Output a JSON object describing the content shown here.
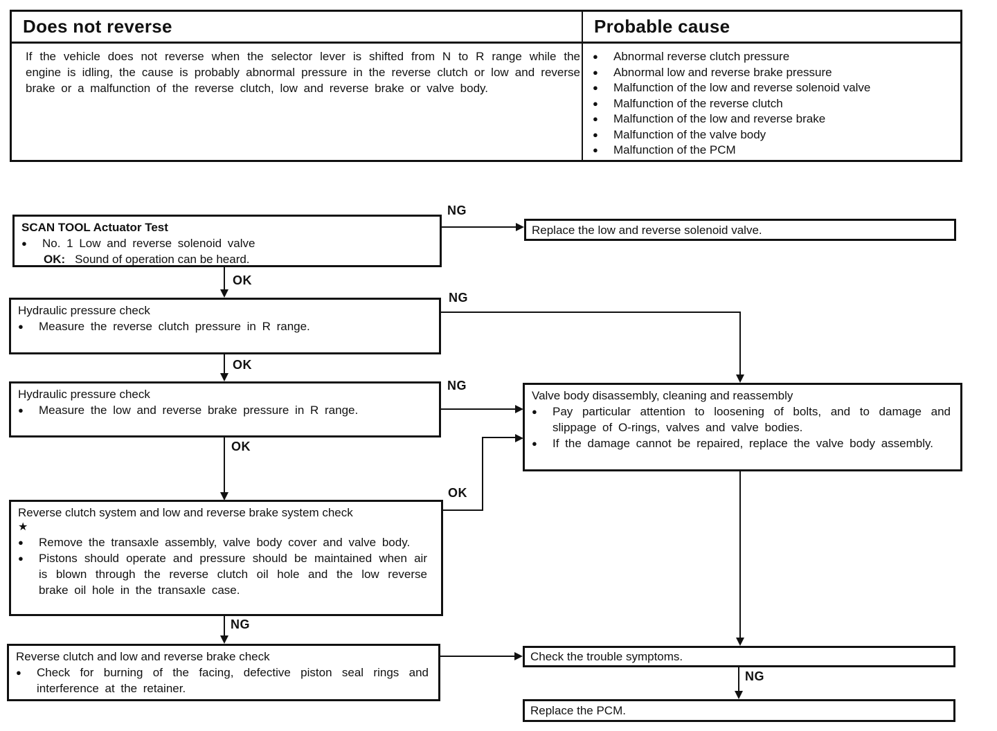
{
  "table": {
    "symptom_header": "Does not reverse",
    "cause_header": "Probable cause",
    "symptom_text": "If the vehicle does not reverse when the selector lever is shifted from N to R range while the engine is idling, the cause is probably abnormal pressure in the reverse clutch or low and reverse brake or a malfunction of the reverse clutch, low and reverse brake or valve body.",
    "causes": [
      "Abnormal reverse clutch pressure",
      "Abnormal low and reverse brake pressure",
      "Malfunction of the low and reverse solenoid valve",
      "Malfunction of the reverse clutch",
      "Malfunction of the low and reverse brake",
      "Malfunction of the valve body",
      "Malfunction of the PCM"
    ]
  },
  "flow": {
    "step1": {
      "title": "SCAN TOOL Actuator Test",
      "bullet": "No. 1 Low and reverse solenoid valve",
      "ok_label": "OK:",
      "ok_text": "Sound of operation can be heard."
    },
    "step2": {
      "title": "Hydraulic pressure check",
      "bullet": "Measure the reverse clutch pressure in R range."
    },
    "step3": {
      "title": "Hydraulic pressure check",
      "bullet": "Measure the low and reverse brake pressure in R range."
    },
    "step4": {
      "title": "Reverse clutch system and low and reverse brake system check",
      "bullets": [
        "Remove the transaxle assembly, valve body cover and valve body.",
        "Pistons should operate and pressure should be maintained when air is blown through the reverse clutch oil hole and the low reverse brake oil hole in the transaxle case."
      ]
    },
    "step5": {
      "title": "Reverse clutch and low and reverse brake check",
      "bullet": "Check for burning of the facing, defective piston seal rings and interference at the retainer."
    },
    "replace_solenoid": "Replace the low and reverse solenoid valve.",
    "valve_body": {
      "title": "Valve body disassembly, cleaning and reassembly",
      "bullets": [
        "Pay particular attention to loosening of bolts, and to damage and slippage of O-rings, valves and valve bodies.",
        "If the damage cannot be repaired, replace the valve body assembly."
      ]
    },
    "check_symptoms": "Check the trouble symptoms.",
    "replace_pcm": "Replace the PCM."
  },
  "labels": {
    "ok": "OK",
    "ng": "NG"
  },
  "glyphs": {
    "bullet": "●",
    "star": "★"
  },
  "colors": {
    "ink": "#111111",
    "paper": "#ffffff"
  }
}
